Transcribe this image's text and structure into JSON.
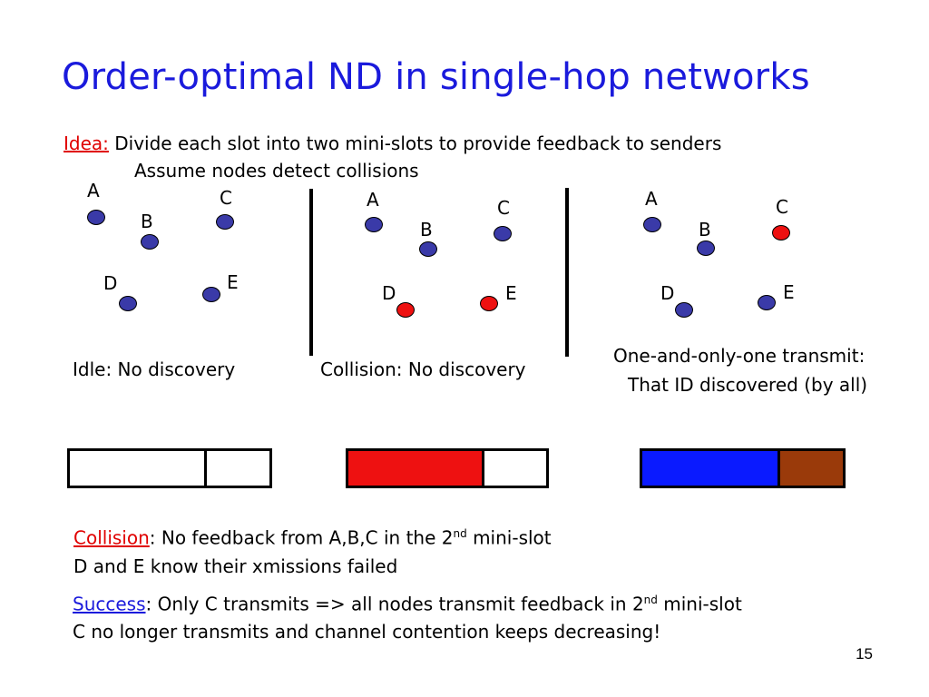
{
  "title": "Order-optimal ND in single-hop networks",
  "idea": {
    "label": "Idea:",
    "line1": " Divide each slot into two mini-slots to provide feedback to senders",
    "line2": "Assume nodes detect collisions"
  },
  "colors": {
    "idle": "#3a3aa8",
    "transmit": "#ee1111",
    "slot_white": "#ffffff",
    "slot_red": "#ee1111",
    "slot_blue": "#0a1aff",
    "slot_brown": "#9a3a0a"
  },
  "panels": [
    {
      "caption": "Idle:  No discovery",
      "nodes": [
        {
          "label": "A",
          "color": "#3a3aa8"
        },
        {
          "label": "B",
          "color": "#3a3aa8"
        },
        {
          "label": "C",
          "color": "#3a3aa8"
        },
        {
          "label": "D",
          "color": "#3a3aa8"
        },
        {
          "label": "E",
          "color": "#3a3aa8"
        }
      ],
      "slot": {
        "mini1": "#ffffff",
        "mini2": "#ffffff"
      }
    },
    {
      "caption": "Collision:  No discovery",
      "nodes": [
        {
          "label": "A",
          "color": "#3a3aa8"
        },
        {
          "label": "B",
          "color": "#3a3aa8"
        },
        {
          "label": "C",
          "color": "#3a3aa8"
        },
        {
          "label": "D",
          "color": "#ee1111"
        },
        {
          "label": "E",
          "color": "#ee1111"
        }
      ],
      "slot": {
        "mini1": "#ee1111",
        "mini2": "#ffffff"
      }
    },
    {
      "caption_line1": "One-and-only-one transmit:",
      "caption_line2": "That ID discovered (by all)",
      "nodes": [
        {
          "label": "A",
          "color": "#3a3aa8"
        },
        {
          "label": "B",
          "color": "#3a3aa8"
        },
        {
          "label": "C",
          "color": "#ee1111"
        },
        {
          "label": "D",
          "color": "#3a3aa8"
        },
        {
          "label": "E",
          "color": "#3a3aa8"
        }
      ],
      "slot": {
        "mini1": "#0a1aff",
        "mini2": "#9a3a0a"
      }
    }
  ],
  "collision_note": {
    "label": "Collision",
    "text": ": No feedback from A,B,C in the 2",
    "sup": "nd",
    "text_end": " mini-slot",
    "line2": "D and E know their xmissions failed"
  },
  "success_note": {
    "label": "Success",
    "text": ": Only C transmits => all nodes transmit feedback in 2",
    "sup": "nd",
    "text_end": " mini-slot",
    "line2": "C no longer transmits and channel contention keeps decreasing!"
  },
  "page_number": "15"
}
